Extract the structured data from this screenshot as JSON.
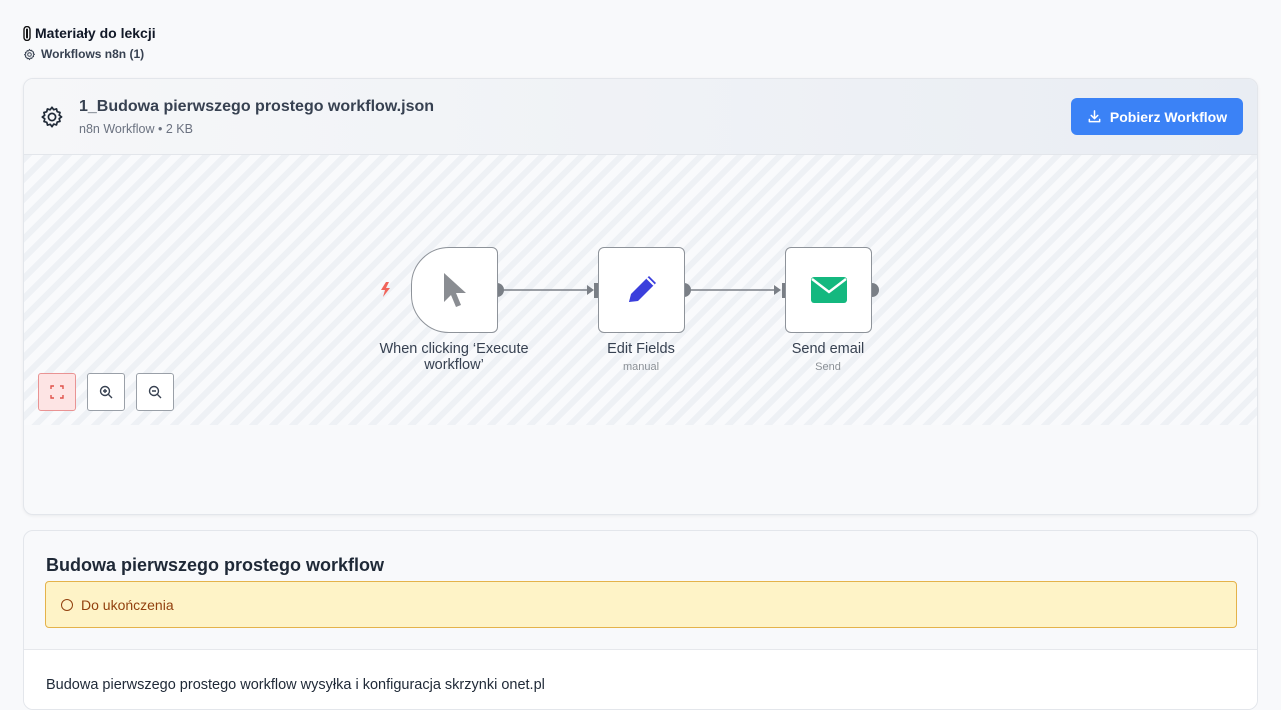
{
  "section": {
    "title": "Materiały do lekcji",
    "subtitle": "Workflows n8n (1)"
  },
  "workflow_file": {
    "name": "1_Budowa pierwszego prostego workflow.json",
    "meta": "n8n Workflow • 2 KB",
    "download_label": "Pobierz Workflow"
  },
  "canvas": {
    "nodes": [
      {
        "label_line1": "When clicking ‘Execute",
        "label_line2": "workflow’",
        "subtitle": "",
        "icon": "cursor-icon",
        "color": "#8a8d92"
      },
      {
        "label_line1": "Edit Fields",
        "label_line2": "",
        "subtitle": "manual",
        "icon": "pencil-icon",
        "color": "#3b3fdc"
      },
      {
        "label_line1": "Send email",
        "label_line2": "",
        "subtitle": "Send",
        "icon": "envelope-icon",
        "color": "#14b87f"
      }
    ],
    "controls": [
      "fit-view-icon",
      "zoom-in-icon",
      "zoom-out-icon"
    ]
  },
  "lesson": {
    "title": "Budowa pierwszego prostego workflow",
    "status": "Do ukończenia",
    "description": "Budowa pierwszego prostego workflow wysyłka i konfiguracja skrzynki onet.pl"
  },
  "colors": {
    "accent": "#3b82f6",
    "status_bg": "#fef3c7",
    "status_text": "#92400e"
  }
}
